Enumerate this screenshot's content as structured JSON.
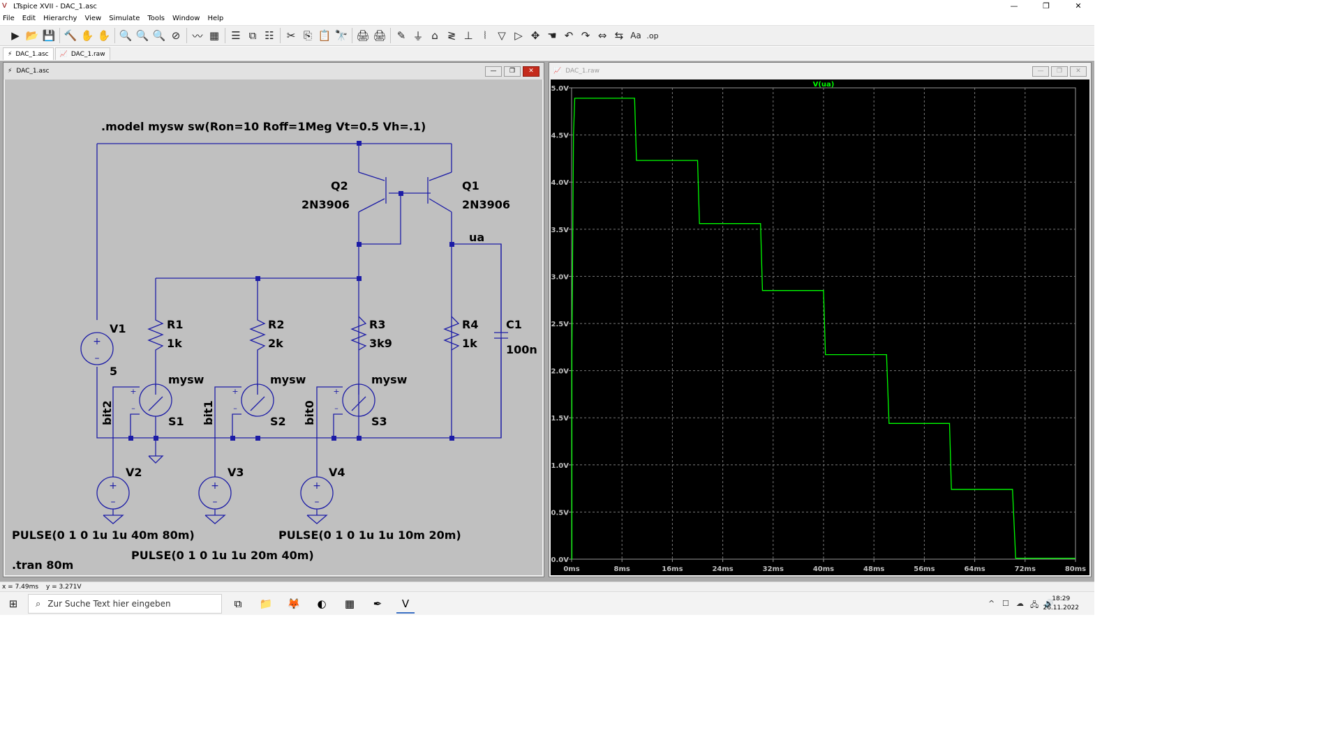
{
  "app": {
    "title": "LTspice XVII - DAC_1.asc",
    "controls": {
      "minimize": "—",
      "maximize": "❐",
      "close": "✕"
    }
  },
  "menu": [
    "File",
    "Edit",
    "Hierarchy",
    "View",
    "Simulate",
    "Tools",
    "Window",
    "Help"
  ],
  "toolbar": {
    "icons": [
      "run-icon",
      "open-icon",
      "save-icon",
      "control-panel-icon",
      "halt-icon",
      "pan-hand-icon",
      "zoom-in-icon",
      "zoom-area-icon",
      "zoom-out-icon",
      "zoom-cancel-icon",
      "autorange-icon",
      "clear-plot-icon",
      "tile-horizontal-icon",
      "cascade-icon",
      "tile-vertical-icon",
      "cut-icon",
      "copy-icon",
      "paste-icon",
      "find-icon",
      "print-icon",
      "print-preview-icon",
      "draw-wire-icon",
      "ground-icon",
      "label-net-icon",
      "resistor-icon",
      "capacitor-icon",
      "inductor-icon",
      "diode-icon",
      "component-icon",
      "move-icon",
      "drag-icon",
      "undo-icon",
      "redo-icon",
      "rotate-icon",
      "mirror-icon",
      "text-icon",
      "spice-directive-icon"
    ],
    "glyphs": [
      "▶",
      "📂",
      "💾",
      "🔨",
      "✋",
      "✋",
      "🔍",
      "🔍",
      "🔍",
      "⊘",
      "〰",
      "▦",
      "☰",
      "⧉",
      "☷",
      "✂",
      "⎘",
      "📋",
      "🔭",
      "🖨",
      "🖨",
      "✎",
      "⏚",
      "⌂",
      "≷",
      "⊥",
      "⦚",
      "▽",
      "▷",
      "✥",
      "☚",
      "↶",
      "↷",
      "⇔",
      "⇆",
      "Aa",
      ".op"
    ],
    "separators_after": [
      2,
      5,
      9,
      11,
      14,
      18,
      20
    ]
  },
  "tabs": [
    {
      "label": "DAC_1.asc",
      "icon": "schematic-icon",
      "glyph": "⚡",
      "active": true
    },
    {
      "label": "DAC_1.raw",
      "icon": "waveform-icon",
      "glyph": "📈",
      "active": false
    }
  ],
  "schematic_window": {
    "title": "DAC_1.asc",
    "model": ".model  mysw sw(Ron=10 Roff=1Meg Vt=0.5 Vh=.1)",
    "tran": ".tran 80m",
    "transistors": [
      {
        "ref": "Q2",
        "value": "2N3906"
      },
      {
        "ref": "Q1",
        "value": "2N3906"
      }
    ],
    "resistors": [
      {
        "ref": "R1",
        "value": "1k"
      },
      {
        "ref": "R2",
        "value": "2k"
      },
      {
        "ref": "R3",
        "value": "3k9"
      },
      {
        "ref": "R4",
        "value": "1k"
      }
    ],
    "capacitor": {
      "ref": "C1",
      "value": "100n"
    },
    "supply": {
      "ref": "V1",
      "value": "5"
    },
    "switches": [
      {
        "ref": "S1",
        "model": "mysw",
        "net": "bit2"
      },
      {
        "ref": "S2",
        "model": "mysw",
        "net": "bit1"
      },
      {
        "ref": "S3",
        "model": "mysw",
        "net": "bit0"
      }
    ],
    "sources": [
      {
        "ref": "V2",
        "pulse": "PULSE(0 1 0 1u 1u 40m 80m)"
      },
      {
        "ref": "V3",
        "pulse": "PULSE(0 1 0 1u 1u 20m 40m)"
      },
      {
        "ref": "V4",
        "pulse": "PULSE(0 1 0 1u 1u 10m 20m)"
      }
    ],
    "output_net": "ua",
    "plus": "+",
    "minus": "–"
  },
  "plot_window": {
    "title": "DAC_1.raw",
    "trace_color": "#00ff00",
    "axis_text_color": "#c0c0c0",
    "background": "#000000"
  },
  "chart_data": {
    "type": "line",
    "title": "V(ua)",
    "xlabel": "",
    "ylabel": "",
    "xlim": [
      0,
      80
    ],
    "ylim": [
      0,
      5
    ],
    "x_ticks": [
      "0ms",
      "8ms",
      "16ms",
      "24ms",
      "32ms",
      "40ms",
      "48ms",
      "56ms",
      "64ms",
      "72ms",
      "80ms"
    ],
    "y_ticks": [
      "0.0V",
      "0.5V",
      "1.0V",
      "1.5V",
      "2.0V",
      "2.5V",
      "3.0V",
      "3.5V",
      "4.0V",
      "4.5V",
      "5.0V"
    ],
    "grid": true,
    "series": [
      {
        "name": "V(ua)",
        "color": "#00ff00",
        "x": [
          0,
          0.05,
          0.05,
          0.3,
          0.5,
          10,
          10.3,
          20,
          20.3,
          30,
          30.3,
          40,
          40.3,
          50,
          50.4,
          60,
          60.3,
          70,
          70.5,
          80
        ],
        "y": [
          0,
          0,
          2.2,
          4.5,
          4.89,
          4.89,
          4.23,
          4.23,
          3.56,
          3.56,
          2.85,
          2.85,
          2.17,
          2.17,
          1.44,
          1.44,
          0.74,
          0.74,
          0.01,
          0.01
        ]
      }
    ]
  },
  "status": {
    "x": "x = 7.49ms",
    "y": "y = 3.271V"
  },
  "taskbar": {
    "search_placeholder": "Zur Suche Text hier eingeben",
    "apps": [
      {
        "name": "task-view-icon",
        "glyph": "⧉"
      },
      {
        "name": "file-explorer-icon",
        "glyph": "📁"
      },
      {
        "name": "firefox-icon",
        "glyph": "🦊"
      },
      {
        "name": "sync-app-icon",
        "glyph": "◐"
      },
      {
        "name": "calculator-icon",
        "glyph": "▦"
      },
      {
        "name": "pen-app-icon",
        "glyph": "✒"
      },
      {
        "name": "ltspice-icon",
        "glyph": "Ⅴ"
      }
    ],
    "tray": [
      "^",
      "☐",
      "☁",
      "🖧",
      "🔊"
    ],
    "time": "18:29",
    "date": "26.11.2022"
  }
}
